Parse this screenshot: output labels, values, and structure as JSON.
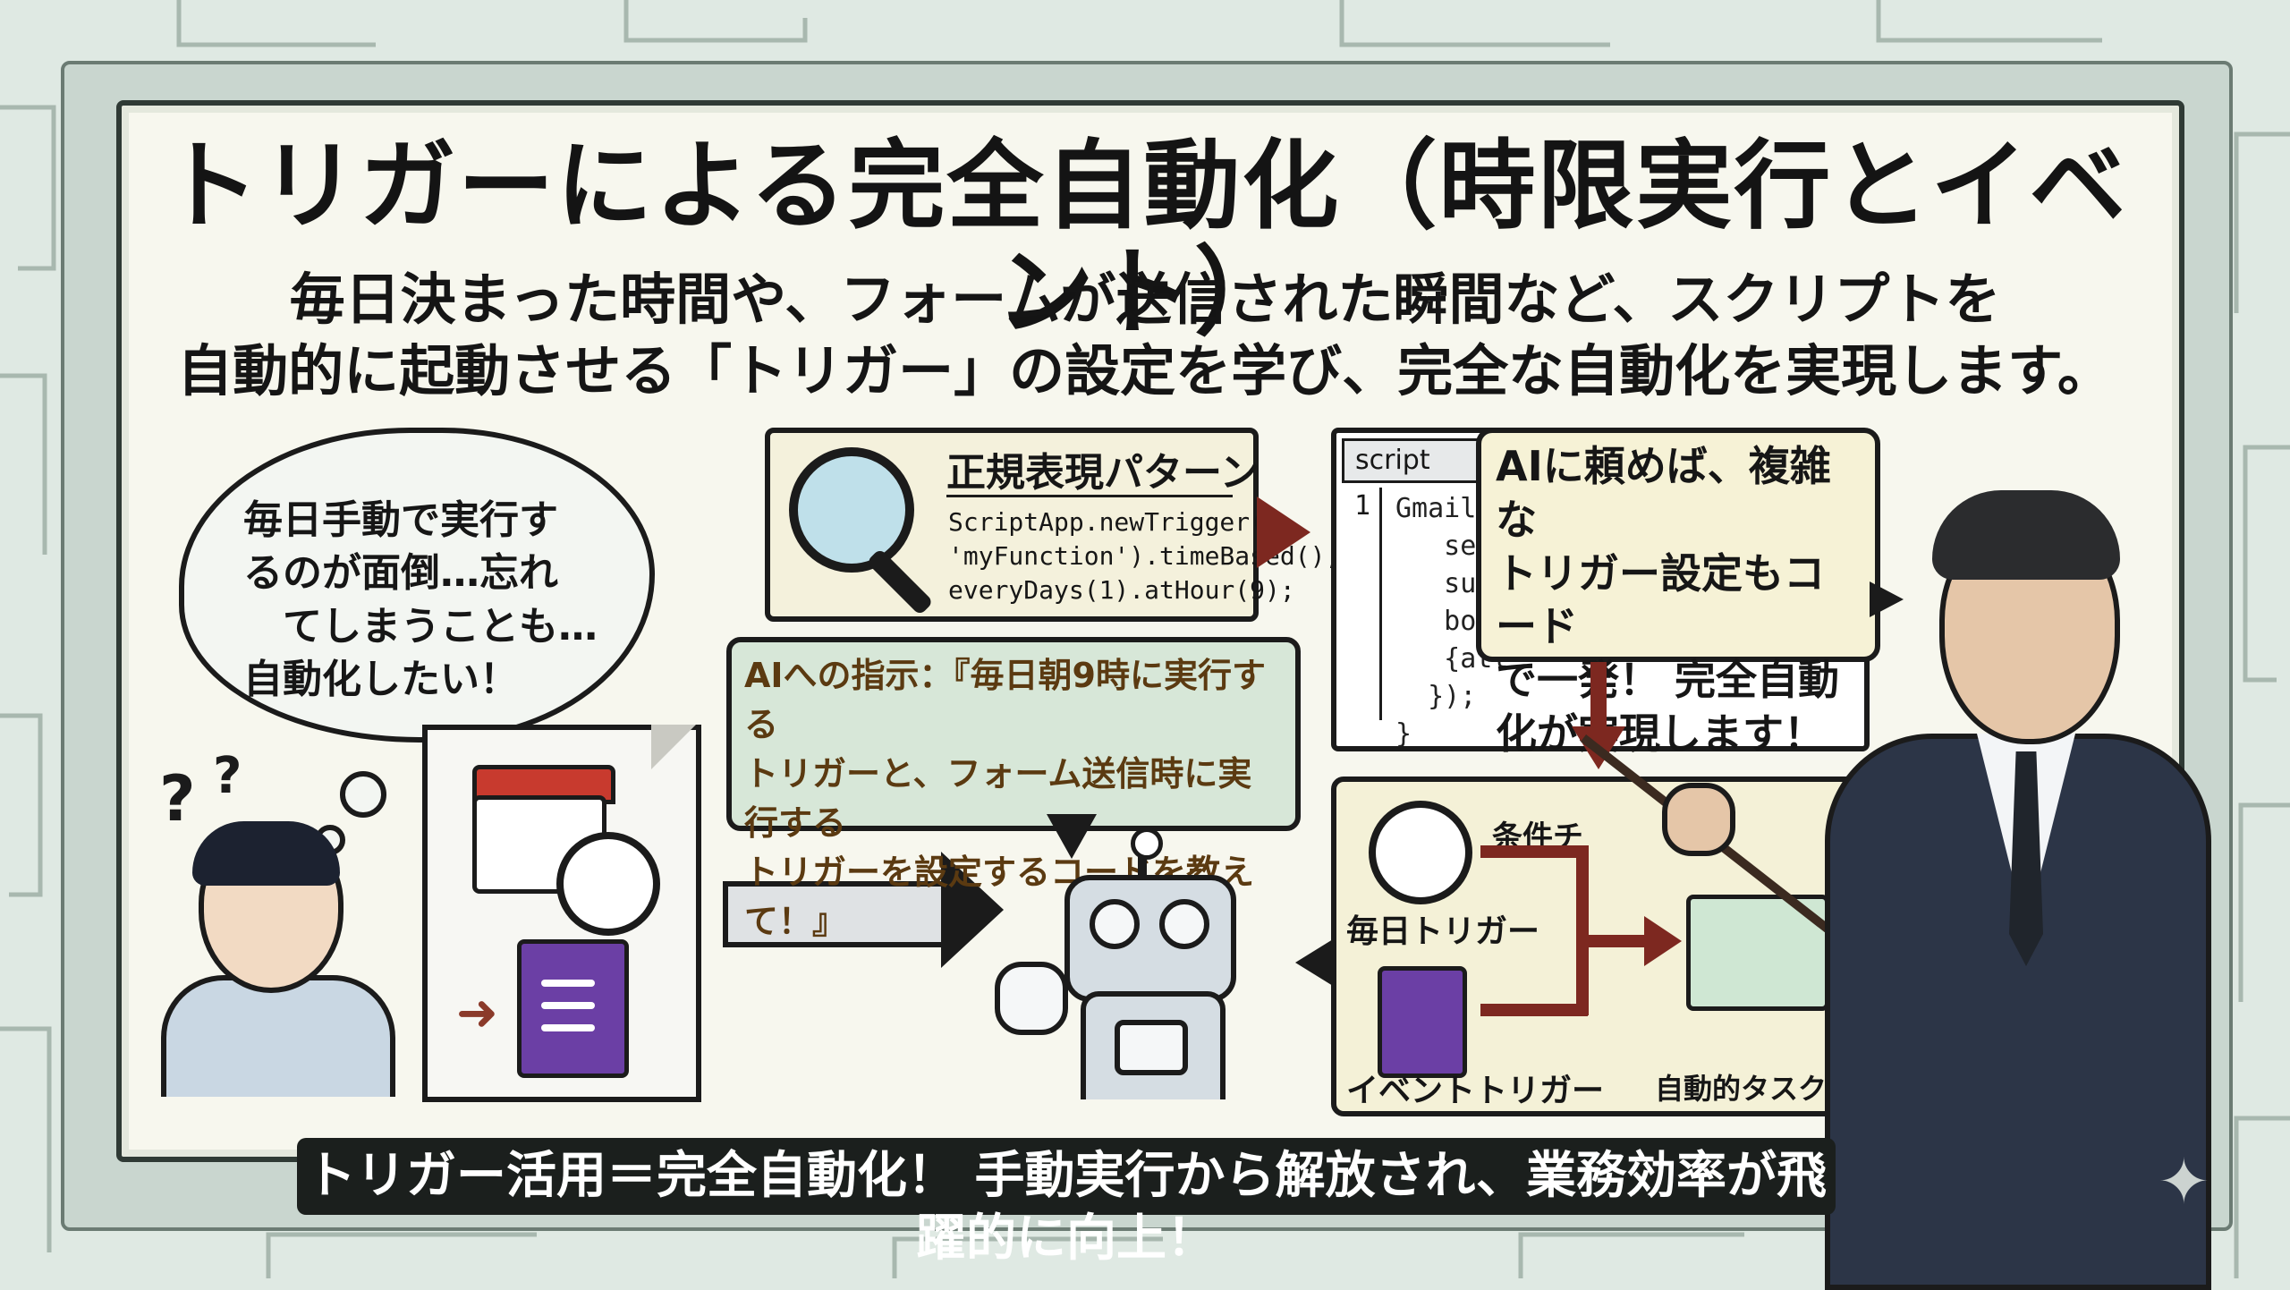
{
  "title": "トリガーによる完全自動化（時限実行とイベント）",
  "subtitle": {
    "line1": "毎日決まった時間や、フォームが送信された瞬間など、スクリプトを",
    "line2": "自動的に起動させる「トリガー」の設定を学び、完全な自動化を実現します。"
  },
  "thought_bubble": {
    "line1": "毎日手動で実行す",
    "line2": "るのが面倒…忘れ",
    "line3": "てしまうことも…",
    "line4": "自動化したい！"
  },
  "regex_panel": {
    "heading": "正規表現パターン",
    "code_line1": "ScriptApp.newTrigger(",
    "code_line2": "'myFunction').timeBased(),",
    "code_line3": "everyDays(1).atHour(9);"
  },
  "ai_instruction": {
    "line1": "AIへの指示：『毎日朝9時に実行する",
    "line2": "トリガーと、フォーム送信時に実行する",
    "line3": "トリガーを設定するコードを教えて！』"
  },
  "script_window": {
    "tab": "script",
    "line_number": "1",
    "code_line1": "GmailA",
    "code_line2": "   send",
    "code_line3": "   subj",
    "code_line4": "   bod",
    "code_line5": "   {att",
    "code_line6": "  });",
    "code_line7": "}"
  },
  "presenter_speech": {
    "line1": "AIに頼めば、複雑な",
    "line2": "トリガー設定もコード",
    "line3": "で一発！ 完全自動",
    "line4": "化が実現します！"
  },
  "flow_panel": {
    "condition_label": "条件チ",
    "daily_trigger": "毎日トリガー",
    "event_trigger": "イベントトリガー",
    "result": "自動的タスク完了"
  },
  "bottom_banner": "トリガー活用＝完全自動化！ 手動実行から解放され、業務効率が飛躍的に向上！",
  "colors": {
    "accent_red": "#7d2820",
    "form_purple": "#6b3fa5",
    "calendar_red": "#c83a2e",
    "banner_bg": "#1b1f1d",
    "ai_text": "#5b3a11"
  },
  "icons": [
    "magnifier-icon",
    "calendar-icon",
    "clock-icon",
    "form-icon",
    "alarm-clock-icon",
    "spreadsheet-icon",
    "robot-icon",
    "sparkle-icon"
  ]
}
